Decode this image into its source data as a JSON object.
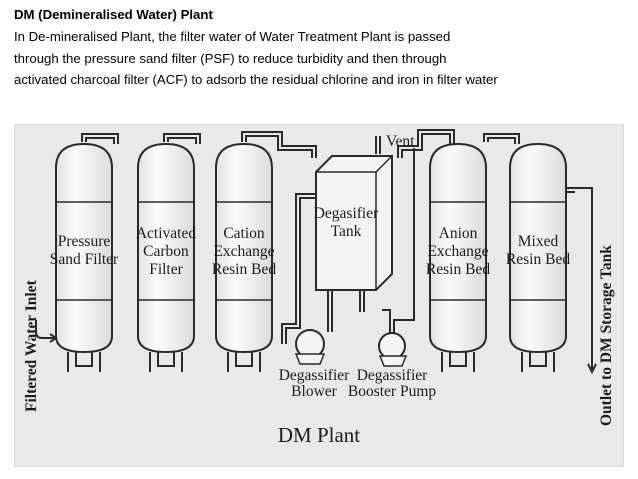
{
  "header": {
    "title": "DM (Demineralised Water) Plant",
    "lines": [
      "In De-mineralised Plant, the filter water of Water Treatment Plant is passed",
      "through the pressure sand filter (PSF) to reduce turbidity and then through",
      "activated charcoal filter (ACF) to adsorb the residual chlorine and iron in filter water"
    ]
  },
  "diagram": {
    "inlet_label": "Filtered Water Inlet",
    "outlet_label": "Outlet to DM Storage Tank",
    "vent_label": "Vent",
    "vessels": [
      {
        "line1": "Pressure",
        "line2": "Sand Filter",
        "line3": ""
      },
      {
        "line1": "Activated",
        "line2": "Carbon",
        "line3": "Filter"
      },
      {
        "line1": "Cation",
        "line2": "Exchange",
        "line3": "Resin Bed"
      },
      {
        "line1": "Anion",
        "line2": "Exchange",
        "line3": "Resin Bed"
      },
      {
        "line1": "Mixed",
        "line2": "Resin Bed",
        "line3": ""
      }
    ],
    "tank": {
      "line1": "Degasifier",
      "line2": "Tank"
    },
    "blower": {
      "line1": "Degassifier",
      "line2": "Blower"
    },
    "pump": {
      "line1": "Degassifier",
      "line2": "Booster Pump"
    },
    "plant_label": "DM Plant",
    "colors": {
      "background": "#e9e9e9",
      "vessel_fill": "#f6f6f6",
      "stroke": "#2a2a2a"
    }
  }
}
